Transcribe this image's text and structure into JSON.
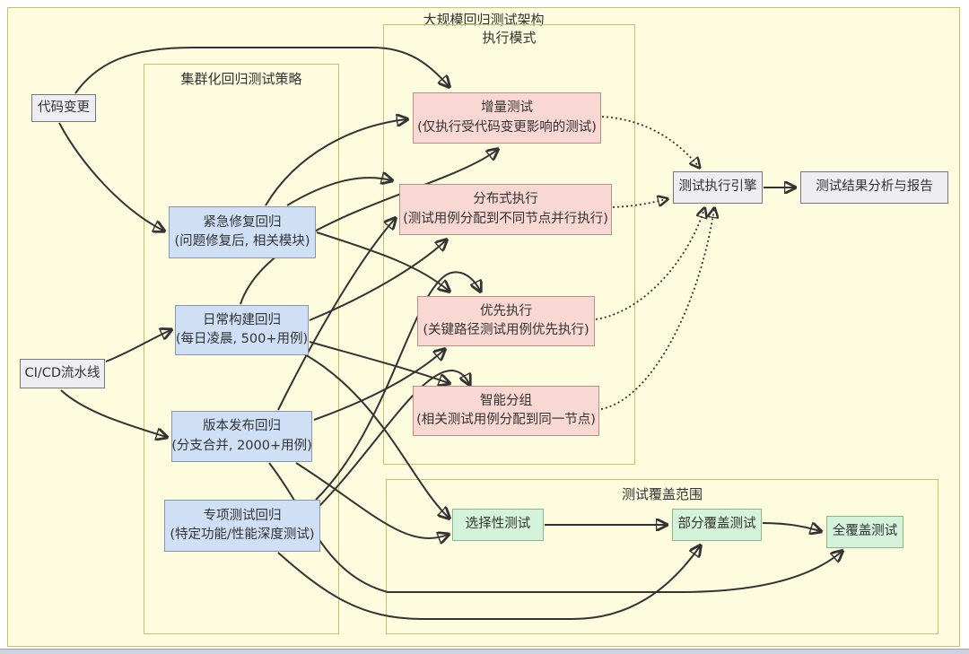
{
  "diagram": {
    "outer_label": "大规模回归测试架构",
    "groups": [
      {
        "id": "strategy",
        "label": "集群化回归测试策略"
      },
      {
        "id": "exec",
        "label": "执行模式"
      },
      {
        "id": "coverage",
        "label": "测试覆盖范围"
      }
    ],
    "nodes": [
      {
        "id": "code_change",
        "label": "代码变更",
        "type": "plain"
      },
      {
        "id": "cicd",
        "label": "CI/CD流水线",
        "type": "plain"
      },
      {
        "id": "hotfix",
        "label": "紧急修复回归",
        "sublabel": "(问题修复后, 相关模块)",
        "type": "blue"
      },
      {
        "id": "daily",
        "label": "日常构建回归",
        "sublabel": "(每日凌晨, 500+用例)",
        "type": "blue"
      },
      {
        "id": "release",
        "label": "版本发布回归",
        "sublabel": "(分支合并, 2000+用例)",
        "type": "blue"
      },
      {
        "id": "special",
        "label": "专项测试回归",
        "sublabel": "(特定功能/性能深度测试)",
        "type": "blue"
      },
      {
        "id": "incremental",
        "label": "增量测试",
        "sublabel": "(仅执行受代码变更影响的测试)",
        "type": "pink"
      },
      {
        "id": "distributed",
        "label": "分布式执行",
        "sublabel": "(测试用例分配到不同节点并行执行)",
        "type": "pink"
      },
      {
        "id": "prioritized",
        "label": "优先执行",
        "sublabel": "(关键路径测试用例优先执行)",
        "type": "pink"
      },
      {
        "id": "smart",
        "label": "智能分组",
        "sublabel": "(相关测试用例分配到同一节点)",
        "type": "pink"
      },
      {
        "id": "engine",
        "label": "测试执行引擎",
        "type": "plain"
      },
      {
        "id": "report",
        "label": "测试结果分析与报告",
        "type": "plain"
      },
      {
        "id": "selective",
        "label": "选择性测试",
        "type": "green"
      },
      {
        "id": "partial",
        "label": "部分覆盖测试",
        "type": "green"
      },
      {
        "id": "full",
        "label": "全覆盖测试",
        "type": "green"
      }
    ],
    "edges": [
      {
        "from": "代码变更",
        "to": "增量测试",
        "style": "solid"
      },
      {
        "from": "代码变更",
        "to": "紧急修复回归",
        "style": "solid"
      },
      {
        "from": "CI/CD流水线",
        "to": "日常构建回归",
        "style": "solid"
      },
      {
        "from": "CI/CD流水线",
        "to": "版本发布回归",
        "style": "solid"
      },
      {
        "from": "紧急修复回归",
        "to": "增量测试",
        "style": "solid"
      },
      {
        "from": "紧急修复回归",
        "to": "分布式执行",
        "style": "solid"
      },
      {
        "from": "紧急修复回归",
        "to": "优先执行",
        "style": "solid"
      },
      {
        "from": "日常构建回归",
        "to": "增量测试",
        "style": "solid"
      },
      {
        "from": "日常构建回归",
        "to": "分布式执行",
        "style": "solid"
      },
      {
        "from": "日常构建回归",
        "to": "智能分组",
        "style": "solid"
      },
      {
        "from": "日常构建回归",
        "to": "选择性测试",
        "style": "solid"
      },
      {
        "from": "版本发布回归",
        "to": "分布式执行",
        "style": "solid"
      },
      {
        "from": "版本发布回归",
        "to": "优先执行",
        "style": "solid"
      },
      {
        "from": "版本发布回归",
        "to": "选择性测试",
        "style": "solid"
      },
      {
        "from": "版本发布回归",
        "to": "全覆盖测试",
        "style": "solid"
      },
      {
        "from": "专项测试回归",
        "to": "优先执行",
        "style": "solid"
      },
      {
        "from": "专项测试回归",
        "to": "智能分组",
        "style": "solid"
      },
      {
        "from": "专项测试回归",
        "to": "部分覆盖测试",
        "style": "solid"
      },
      {
        "from": "增量测试",
        "to": "测试执行引擎",
        "style": "dotted"
      },
      {
        "from": "分布式执行",
        "to": "测试执行引擎",
        "style": "dotted"
      },
      {
        "from": "优先执行",
        "to": "测试执行引擎",
        "style": "dotted"
      },
      {
        "from": "智能分组",
        "to": "测试执行引擎",
        "style": "dotted"
      },
      {
        "from": "测试执行引擎",
        "to": "测试结果分析与报告",
        "style": "solid"
      },
      {
        "from": "选择性测试",
        "to": "部分覆盖测试",
        "style": "solid"
      },
      {
        "from": "部分覆盖测试",
        "to": "全覆盖测试",
        "style": "solid"
      }
    ],
    "colors": {
      "canvas_bg": "#ffffff",
      "cluster_fill": "#fdfcdf",
      "cluster_border": "#c3c36f",
      "plain_fill": "#ededf2",
      "plain_border": "#75757f",
      "blue_fill": "#cfdff6",
      "blue_border": "#8a94ae",
      "pink_fill": "#f9d8d3",
      "pink_border": "#bb8e87",
      "green_fill": "#d5f3da",
      "green_border": "#84ba8a",
      "edge": "#333333",
      "text": "#333333"
    }
  }
}
